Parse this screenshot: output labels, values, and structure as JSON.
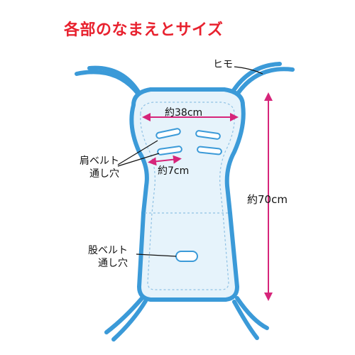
{
  "title": "各部のなまえとサイズ",
  "labels": {
    "himo": "ヒモ",
    "width": "約38cm",
    "slot_width": "約7cm",
    "length": "約70cm",
    "shoulder_belt_line1": "肩ベルト",
    "shoulder_belt_line2": "通し穴",
    "crotch_belt_line1": "股ベルト",
    "crotch_belt_line2": "通し穴"
  },
  "colors": {
    "title": "#e8212e",
    "edge": "#3b9ad8",
    "pad_fill": "#e6f3fb",
    "dimension_arrow": "#d6257a",
    "stitch": "#8fc1e4",
    "text": "#111111"
  }
}
